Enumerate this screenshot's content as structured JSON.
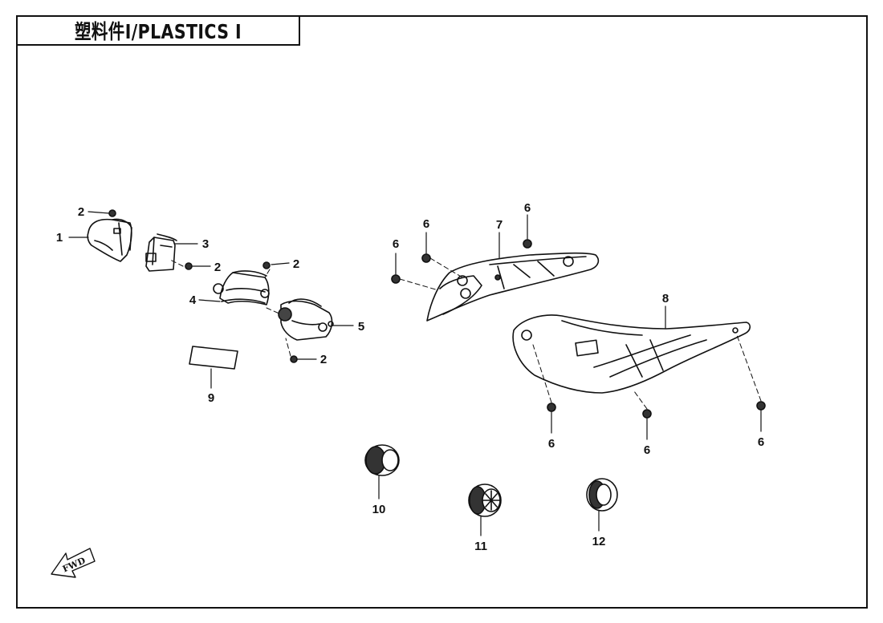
{
  "title": "塑料件Ⅰ/PLASTICS Ⅰ",
  "fwd_label": "FWD",
  "callouts": [
    {
      "id": "c1",
      "text": "1"
    },
    {
      "id": "c2a",
      "text": "2"
    },
    {
      "id": "c2b",
      "text": "2"
    },
    {
      "id": "c2c",
      "text": "2"
    },
    {
      "id": "c2d",
      "text": "2"
    },
    {
      "id": "c3",
      "text": "3"
    },
    {
      "id": "c4",
      "text": "4"
    },
    {
      "id": "c5",
      "text": "5"
    },
    {
      "id": "c6a",
      "text": "6"
    },
    {
      "id": "c6b",
      "text": "6"
    },
    {
      "id": "c6c",
      "text": "6"
    },
    {
      "id": "c6d",
      "text": "6"
    },
    {
      "id": "c6e",
      "text": "6"
    },
    {
      "id": "c6f",
      "text": "6"
    },
    {
      "id": "c7",
      "text": "7"
    },
    {
      "id": "c8",
      "text": "8"
    },
    {
      "id": "c9",
      "text": "9"
    },
    {
      "id": "c10",
      "text": "10"
    },
    {
      "id": "c11",
      "text": "11"
    },
    {
      "id": "c12",
      "text": "12"
    }
  ]
}
